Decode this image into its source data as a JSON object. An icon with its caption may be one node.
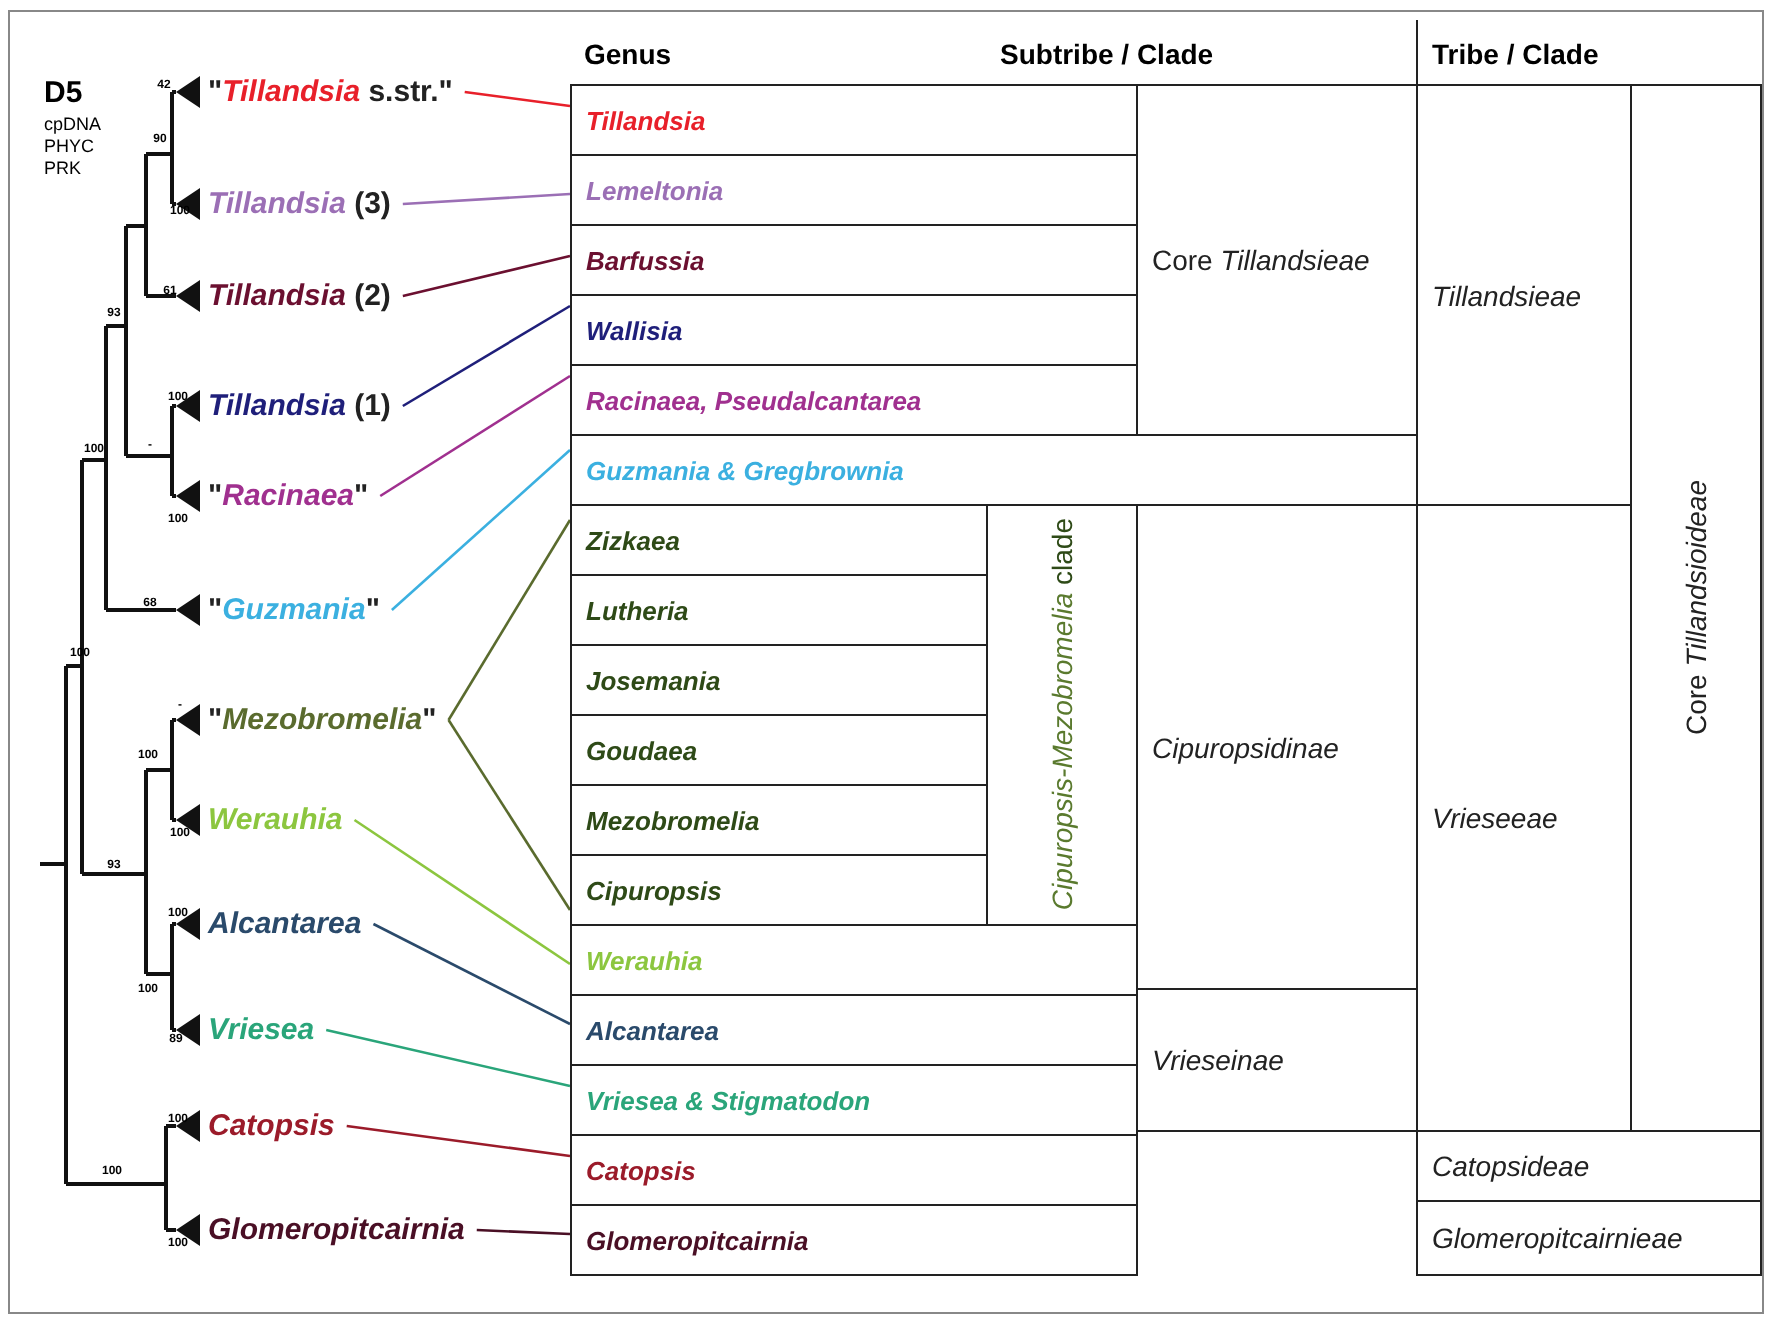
{
  "diagram": {
    "nodes": [
      {
        "text": [
          "\"*Tillandsia* s.str.\""
        ]
      },
      {
        "text": [
          "*Tillandsia* (3)"
        ]
      },
      {
        "text": [
          "*Tillandsia* (2)"
        ]
      },
      {
        "text": [
          "*Tillandsia* (1)"
        ]
      },
      {
        "text": [
          "\"*Racinaea*\""
        ]
      },
      {
        "text": [
          "\"*Guzmania*\""
        ]
      },
      {
        "text": [
          "\"*Mezobromelia*\""
        ]
      },
      {
        "text": [
          "Werauhia"
        ]
      },
      {
        "text": [
          "Alcantarea"
        ]
      },
      {
        "text": [
          "Vriesea"
        ]
      },
      {
        "text": [
          "Catopsis"
        ]
      },
      {
        "text": [
          "Glomeropitcairnia"
        ]
      },
      {
        "text": [
          "Tillandsia"
        ]
      },
      {
        "text": [
          "Lemeltonia"
        ]
      },
      {
        "text": [
          "Barfussia"
        ]
      },
      {
        "text": [
          "Wallisia"
        ]
      },
      {
        "text": [
          "Racinaea, Pseudalcantarea"
        ]
      },
      {
        "text": [
          "Guzmania & Gregbrownia"
        ]
      },
      {
        "text": [
          "Zizkaea"
        ]
      },
      {
        "text": [
          "Lutheria"
        ]
      },
      {
        "text": [
          "Josemania"
        ]
      },
      {
        "text": [
          "Goudaea"
        ]
      },
      {
        "text": [
          "Mezobromelia"
        ]
      },
      {
        "text": [
          "Cipuropsis"
        ]
      },
      {
        "text": [
          "Werauhia"
        ]
      },
      {
        "text": [
          "Alcantarea"
        ]
      },
      {
        "text": [
          "Vriesea & Stigmatodon"
        ]
      },
      {
        "text": [
          "Catopsis"
        ]
      },
      {
        "text": [
          "Glomeropitcairnia"
        ]
      }
    ],
    "edges": [
      {
        "from": 0,
        "to": 12,
        "arrow": "none",
        "color": "#e8202a"
      },
      {
        "from": 1,
        "to": 13,
        "arrow": "none",
        "color": "#9b6fb5"
      },
      {
        "from": 2,
        "to": 14,
        "arrow": "none",
        "color": "#6b1030"
      },
      {
        "from": 3,
        "to": 15,
        "arrow": "none",
        "color": "#1f1f7a"
      },
      {
        "from": 4,
        "to": 16,
        "arrow": "none",
        "color": "#a0308f"
      },
      {
        "from": 5,
        "to": 17,
        "arrow": "none",
        "color": "#3bb0e0"
      },
      {
        "from": 6,
        "to": 18,
        "arrow": "none",
        "color": "#5a6b2e"
      },
      {
        "from": 6,
        "to": 23,
        "arrow": "none",
        "color": "#5a6b2e"
      },
      {
        "from": 7,
        "to": 24,
        "arrow": "none",
        "color": "#8cc63f"
      },
      {
        "from": 8,
        "to": 25,
        "arrow": "none",
        "color": "#2a4a6b"
      },
      {
        "from": 9,
        "to": 26,
        "arrow": "none",
        "color": "#2aa57a"
      },
      {
        "from": 10,
        "to": 27,
        "arrow": "none",
        "color": "#9b1b2a"
      },
      {
        "from": 11,
        "to": 28,
        "arrow": "none",
        "color": "#4a0f25"
      }
    ],
    "labels": [
      "D5",
      "cpDNA",
      "PHYC",
      "PRK",
      "Genus",
      "Subtribe / Clade",
      "Tribe / Clade",
      "42",
      "90",
      "100",
      "61",
      "93",
      "100",
      "-",
      "100",
      "100",
      "68",
      "100",
      "-",
      "100",
      "100",
      "93",
      "100",
      "100",
      "89",
      "100",
      "100",
      "100",
      "Core *Tillandsieae*",
      "Tillandsieae",
      "Core *Tillandsioideae*",
      "*Cipuropsis-Mezobromelia* clade",
      "Cipuropsidinae",
      "Vrieseeae",
      "Vrieseinae",
      "Catopsideae",
      "Glomeropitcairnieae"
    ]
  }
}
